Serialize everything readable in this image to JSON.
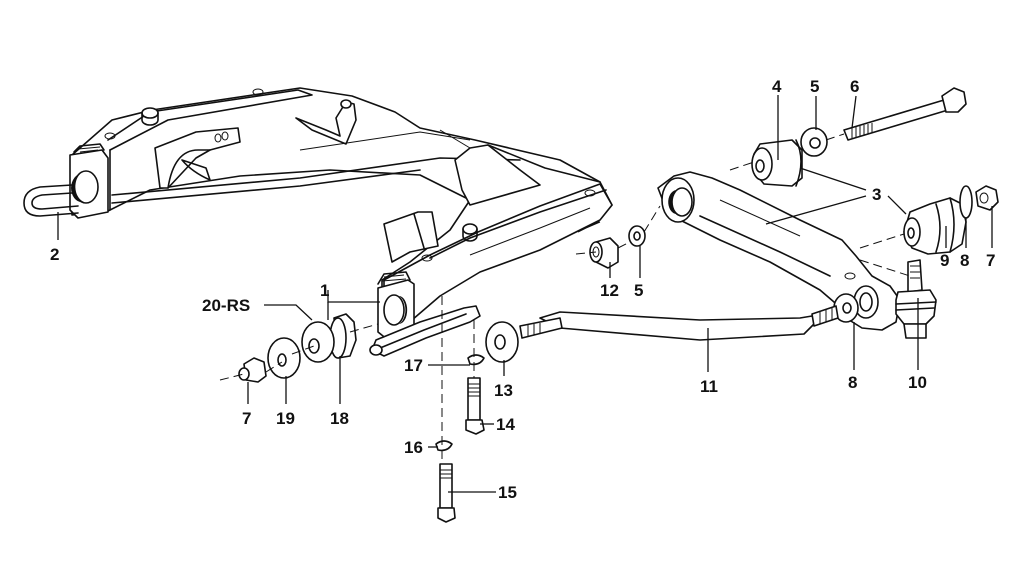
{
  "diagram": {
    "title": "Front axle subframe / wishbone exploded parts diagram",
    "callouts": [
      {
        "id": "c1",
        "label": "1",
        "part": "subframe-bushing-mount"
      },
      {
        "id": "c2",
        "label": "2",
        "part": "front-axle-carrier"
      },
      {
        "id": "c3",
        "label": "3",
        "part": "wishbone-bushing-set"
      },
      {
        "id": "c4",
        "label": "4",
        "part": "rubber-mount"
      },
      {
        "id": "c5a",
        "label": "5",
        "part": "washer-upper"
      },
      {
        "id": "c5b",
        "label": "5",
        "part": "washer-lower"
      },
      {
        "id": "c6",
        "label": "6",
        "part": "hex-bolt-long"
      },
      {
        "id": "c7a",
        "label": "7",
        "part": "self-locking-nut-right"
      },
      {
        "id": "c7b",
        "label": "7",
        "part": "self-locking-nut-left"
      },
      {
        "id": "c8a",
        "label": "8",
        "part": "washer-right"
      },
      {
        "id": "c8b",
        "label": "8",
        "part": "washer-ball-joint"
      },
      {
        "id": "c9",
        "label": "9",
        "part": "rubber-bushing"
      },
      {
        "id": "c10",
        "label": "10",
        "part": "ball-joint"
      },
      {
        "id": "c11",
        "label": "11",
        "part": "tension-strut"
      },
      {
        "id": "c12",
        "label": "12",
        "part": "collar-nut"
      },
      {
        "id": "c13",
        "label": "13",
        "part": "large-washer"
      },
      {
        "id": "c14",
        "label": "14",
        "part": "hex-bolt"
      },
      {
        "id": "c15",
        "label": "15",
        "part": "hex-bolt-lower"
      },
      {
        "id": "c16",
        "label": "16",
        "part": "lock-plate-lower"
      },
      {
        "id": "c17",
        "label": "17",
        "part": "lock-plate-upper"
      },
      {
        "id": "c18",
        "label": "18",
        "part": "rubber-mount-strut"
      },
      {
        "id": "c19",
        "label": "19",
        "part": "strut-washer"
      },
      {
        "id": "c20",
        "label": "20-RS",
        "part": "repair-set"
      }
    ]
  }
}
